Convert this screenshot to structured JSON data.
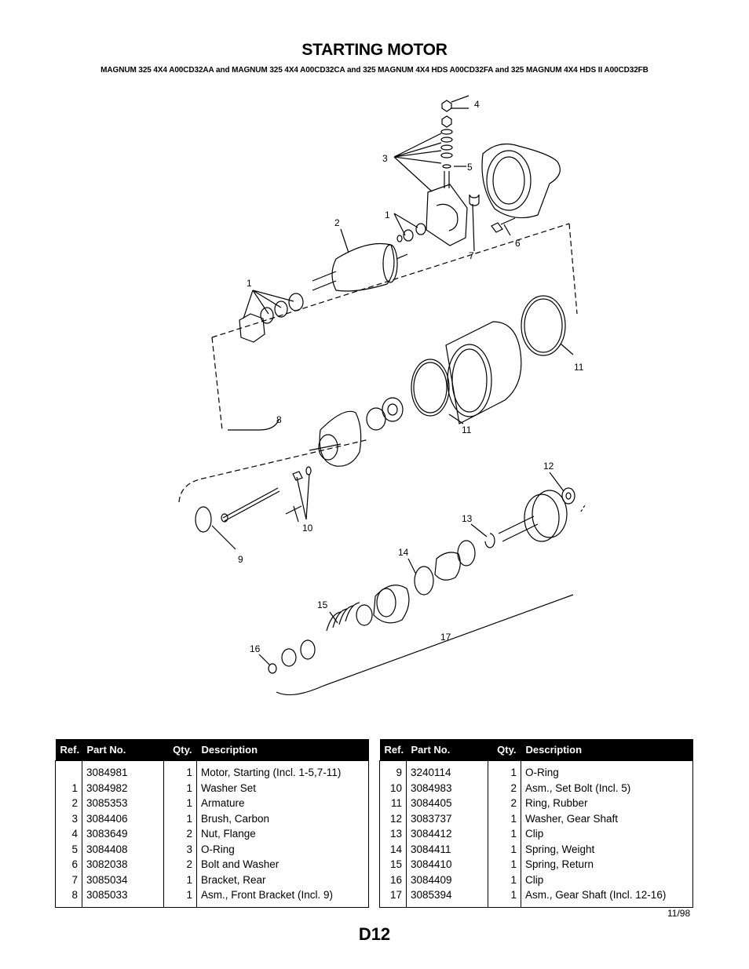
{
  "header": {
    "title": "STARTING MOTOR",
    "subtitle": "MAGNUM 325 4X4 A00CD32AA and MAGNUM 325 4X4 A00CD32CA and 325 MAGNUM 4X4 HDS A00CD32FA and 325 MAGNUM 4X4 HDS II A00CD32FB"
  },
  "diagram": {
    "callouts": [
      "1",
      "1",
      "2",
      "3",
      "4",
      "5",
      "6",
      "7",
      "8",
      "9",
      "10",
      "11",
      "11",
      "12",
      "13",
      "14",
      "15",
      "16",
      "17"
    ]
  },
  "table": {
    "headers": {
      "ref": "Ref.",
      "part": "Part No.",
      "qty": "Qty.",
      "desc": "Description"
    },
    "left": [
      {
        "ref": "",
        "part": "3084981",
        "qty": "1",
        "desc": "Motor, Starting (Incl. 1-5,7-11)"
      },
      {
        "ref": "1",
        "part": "3084982",
        "qty": "1",
        "desc": "Washer Set"
      },
      {
        "ref": "2",
        "part": "3085353",
        "qty": "1",
        "desc": "Armature"
      },
      {
        "ref": "3",
        "part": "3084406",
        "qty": "1",
        "desc": "Brush, Carbon"
      },
      {
        "ref": "4",
        "part": "3083649",
        "qty": "2",
        "desc": "Nut, Flange"
      },
      {
        "ref": "5",
        "part": "3084408",
        "qty": "3",
        "desc": "O-Ring"
      },
      {
        "ref": "6",
        "part": "3082038",
        "qty": "2",
        "desc": "Bolt and Washer"
      },
      {
        "ref": "7",
        "part": "3085034",
        "qty": "1",
        "desc": "Bracket, Rear"
      },
      {
        "ref": "8",
        "part": "3085033",
        "qty": "1",
        "desc": "Asm., Front Bracket (Incl. 9)"
      }
    ],
    "right": [
      {
        "ref": "9",
        "part": "3240114",
        "qty": "1",
        "desc": "O-Ring"
      },
      {
        "ref": "10",
        "part": "3084983",
        "qty": "2",
        "desc": "Asm., Set Bolt (Incl. 5)"
      },
      {
        "ref": "11",
        "part": "3084405",
        "qty": "2",
        "desc": "Ring, Rubber"
      },
      {
        "ref": "12",
        "part": "3083737",
        "qty": "1",
        "desc": "Washer, Gear Shaft"
      },
      {
        "ref": "13",
        "part": "3084412",
        "qty": "1",
        "desc": "Clip"
      },
      {
        "ref": "14",
        "part": "3084411",
        "qty": "1",
        "desc": "Spring, Weight"
      },
      {
        "ref": "15",
        "part": "3084410",
        "qty": "1",
        "desc": "Spring, Return"
      },
      {
        "ref": "16",
        "part": "3084409",
        "qty": "1",
        "desc": "Clip"
      },
      {
        "ref": "17",
        "part": "3085394",
        "qty": "1",
        "desc": "Asm., Gear Shaft (Incl. 12-16)"
      }
    ]
  },
  "footer": {
    "date": "11/98",
    "page": "D12"
  }
}
